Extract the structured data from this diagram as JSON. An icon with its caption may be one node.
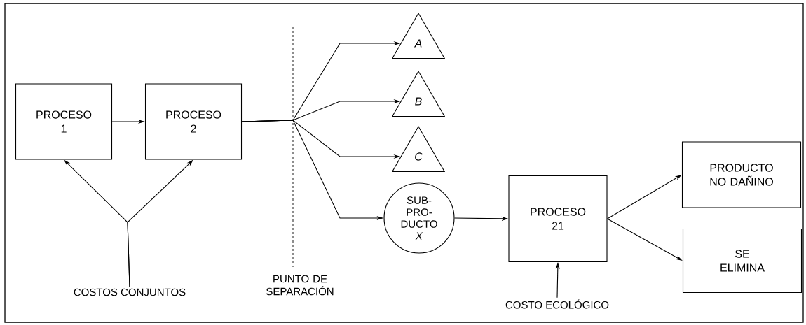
{
  "diagram": {
    "nodes": [
      {
        "text": [
          "PROCESO 1"
        ]
      },
      {
        "text": [
          "PROCESO 2"
        ]
      },
      {
        "text": [
          "A"
        ]
      },
      {
        "text": [
          "B"
        ]
      },
      {
        "text": [
          "C"
        ]
      },
      {
        "text": [
          "SUB- PRO- DUCTO *X*"
        ]
      },
      {
        "text": [
          "PROCESO 21"
        ]
      },
      {
        "text": [
          "PRODUCTO NO DAÑINO"
        ]
      },
      {
        "text": [
          "SE ELIMINA"
        ]
      },
      {
        "text": [
          "COSTOS CONJUNTOS"
        ]
      },
      {
        "text": [
          "COSTO ECOLÓGICO"
        ]
      }
    ],
    "edges": [
      {
        "from": 0,
        "to": 1,
        "arrow": "to"
      },
      {
        "from": 9,
        "to": 0,
        "arrow": "to"
      },
      {
        "from": 9,
        "to": 1,
        "arrow": "to"
      },
      {
        "from": 1,
        "to": 2,
        "arrow": "to"
      },
      {
        "from": 1,
        "to": 3,
        "arrow": "to"
      },
      {
        "from": 1,
        "to": 4,
        "arrow": "to"
      },
      {
        "from": 1,
        "to": 5,
        "arrow": "to"
      },
      {
        "from": 5,
        "to": 6,
        "arrow": "to"
      },
      {
        "from": 6,
        "to": 7,
        "arrow": "to"
      },
      {
        "from": 6,
        "to": 8,
        "arrow": "to"
      },
      {
        "from": 10,
        "to": 6,
        "arrow": "to"
      }
    ],
    "labels": [
      "PUNTO DE SEPARACIÓN"
    ]
  }
}
